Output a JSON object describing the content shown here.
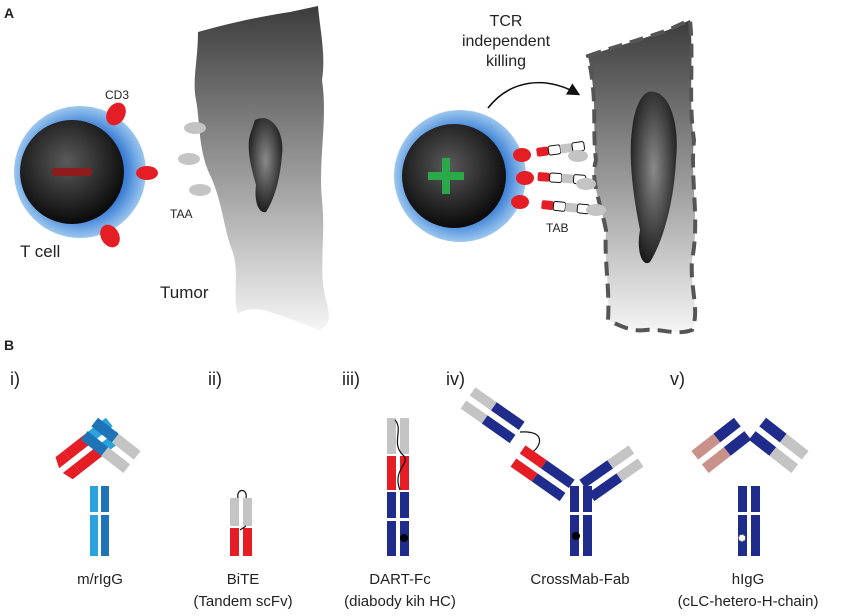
{
  "panel_a": {
    "letter": "A",
    "left": {
      "cd3": "CD3",
      "taa": "TAA",
      "tcell": "T cell",
      "tumor": "Tumor"
    },
    "right": {
      "tcr_lines": [
        "TCR",
        "independent",
        "killing"
      ],
      "tab": "TAB"
    }
  },
  "panel_b": {
    "letter": "B",
    "formats": [
      {
        "numeral": "i)",
        "name": "m/rIgG",
        "sub": ""
      },
      {
        "numeral": "ii)",
        "name": "BiTE",
        "sub": "(Tandem scFv)"
      },
      {
        "numeral": "iii)",
        "name": "DART-Fc",
        "sub": "(diabody kih HC)"
      },
      {
        "numeral": "iv)",
        "name": "CrossMab-Fab",
        "sub": ""
      },
      {
        "numeral": "v)",
        "name": "hIgG",
        "sub": "(cLC-hetero-H-chain)"
      }
    ]
  },
  "colors": {
    "red": "#e51e25",
    "light_blue": "#2aa3dc",
    "mid_blue": "#1f73b7",
    "dark_blue": "#202c8c",
    "gray": "#c4c4c4",
    "pink": "#c9918a",
    "green": "#2aa84a"
  }
}
